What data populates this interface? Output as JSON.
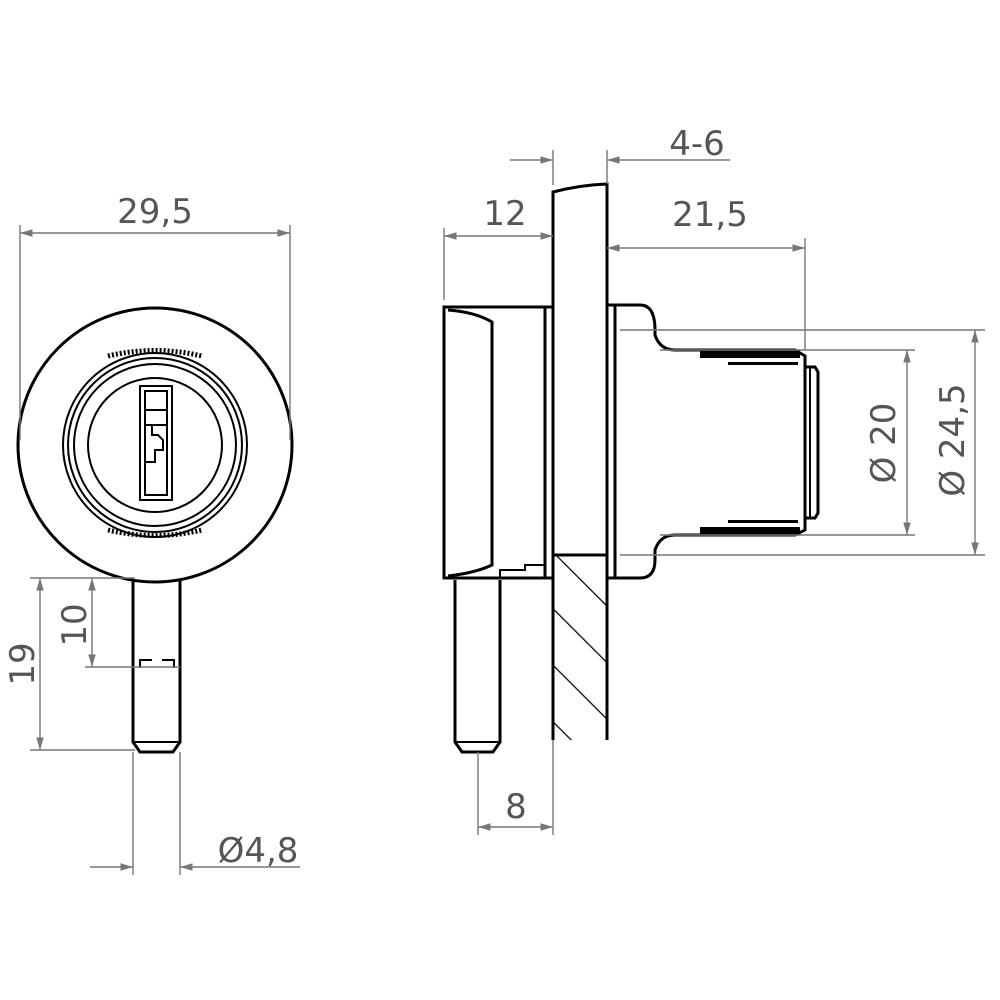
{
  "dimensions": {
    "width_front": "29,5",
    "pin_length": "19",
    "pin_flat": "10",
    "pin_diameter": "Ø4,8",
    "bezel_depth": "12",
    "panel_thickness": "4-6",
    "body_length": "21,5",
    "pin_offset": "8",
    "thread_diameter": "Ø 20",
    "flange_diameter": "Ø 24,5"
  },
  "colors": {
    "line": "#000000",
    "dimension": "#777777"
  }
}
